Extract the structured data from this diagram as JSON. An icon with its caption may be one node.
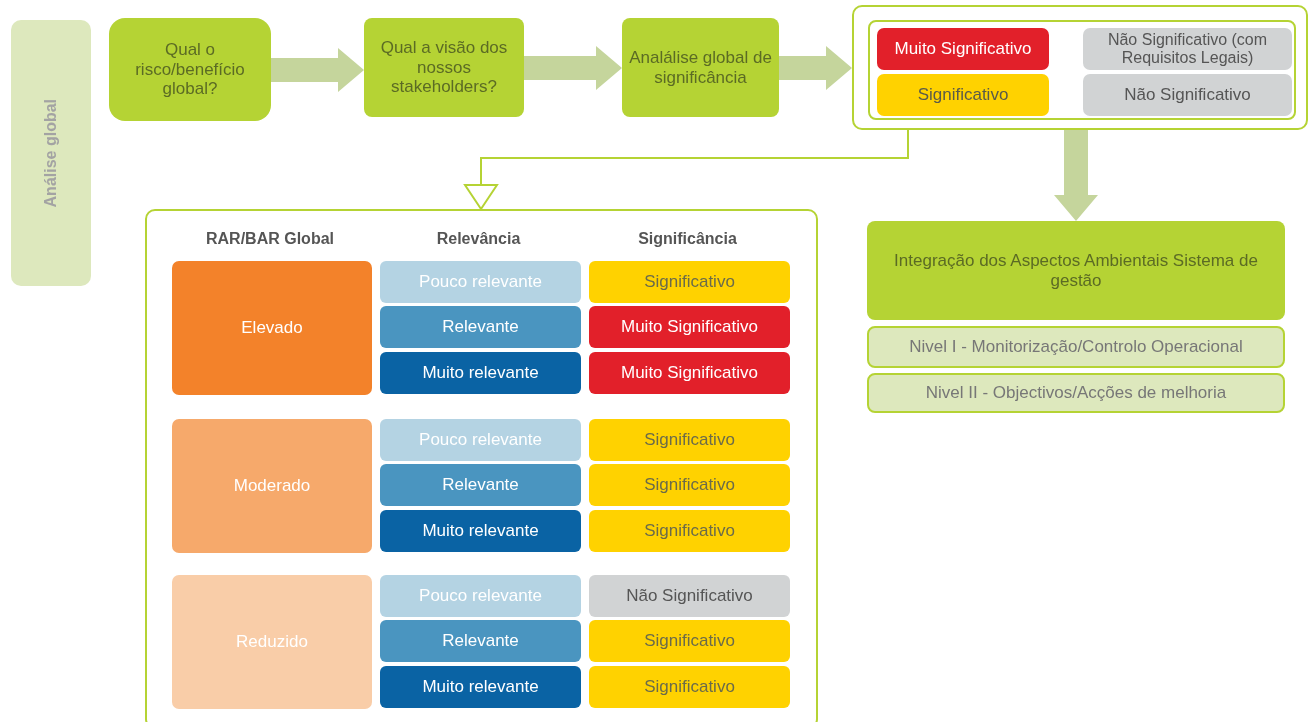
{
  "diagram": {
    "nodes": [
      {
        "text": [
          "Análise global"
        ]
      },
      {
        "text": [
          "Qual o risco/benefício global?"
        ]
      },
      {
        "text": [
          "Qual a visão dos nossos stakeholders?"
        ]
      },
      {
        "text": [
          "Analálise global de significância"
        ]
      },
      {
        "text": [],
        "shape": "box"
      },
      {
        "text": [],
        "shape": "box",
        "in": 4
      },
      {
        "text": [
          "Muito Significativo"
        ],
        "in": 5
      },
      {
        "text": [
          "Não Significativo (com Requisitos Legais)"
        ],
        "in": 5
      },
      {
        "text": [
          "Significativo"
        ],
        "in": 5
      },
      {
        "text": [
          "Não Significativo"
        ],
        "in": 5
      },
      {
        "text": [
          "Integração dos Aspectos Ambientais Sistema de gestão"
        ]
      },
      {
        "text": [
          "Nivel I - Monitorização/Controlo Operacional"
        ]
      },
      {
        "text": [
          "Nivel II - Objectivos/Acções de melhoria"
        ]
      },
      {
        "text": [],
        "shape": "box"
      },
      {
        "text": [
          "Elevado"
        ],
        "in": 13
      },
      {
        "text": [
          "Pouco relevante"
        ],
        "in": 13
      },
      {
        "text": [
          "Significativo"
        ],
        "in": 13
      },
      {
        "text": [
          "Relevante"
        ],
        "in": 13
      },
      {
        "text": [
          "Muito Significativo"
        ],
        "in": 13
      },
      {
        "text": [
          "Muito relevante"
        ],
        "in": 13
      },
      {
        "text": [
          "Muito Significativo"
        ],
        "in": 13
      },
      {
        "text": [
          "Moderado"
        ],
        "in": 13
      },
      {
        "text": [
          "Pouco relevante"
        ],
        "in": 13
      },
      {
        "text": [
          "Significativo"
        ],
        "in": 13
      },
      {
        "text": [
          "Relevante"
        ],
        "in": 13
      },
      {
        "text": [
          "Significativo"
        ],
        "in": 13
      },
      {
        "text": [
          "Muito relevante"
        ],
        "in": 13
      },
      {
        "text": [
          "Significativo"
        ],
        "in": 13
      },
      {
        "text": [
          "Reduzido"
        ],
        "in": 13
      },
      {
        "text": [
          "Pouco relevante"
        ],
        "in": 13
      },
      {
        "text": [
          "Não Significativo"
        ],
        "in": 13
      },
      {
        "text": [
          "Relevante"
        ],
        "in": 13
      },
      {
        "text": [
          "Significativo"
        ],
        "in": 13
      },
      {
        "text": [
          "Muito relevante"
        ],
        "in": 13
      },
      {
        "text": [
          "Significativo"
        ],
        "in": 13
      }
    ],
    "edges": [
      {
        "from": 1,
        "to": 2,
        "arrow": "to",
        "style": "thick"
      },
      {
        "from": 2,
        "to": 3,
        "arrow": "to",
        "style": "thick"
      },
      {
        "from": 3,
        "to": 4,
        "arrow": "to",
        "style": "thick"
      },
      {
        "from": 4,
        "to": 10,
        "arrow": "to",
        "style": "thick"
      },
      {
        "from": 4,
        "to": 13,
        "arrow": "to",
        "color": "#b5d334"
      }
    ],
    "labels": [
      "RAR/BAR Global",
      "Relevância",
      "Significância"
    ]
  }
}
